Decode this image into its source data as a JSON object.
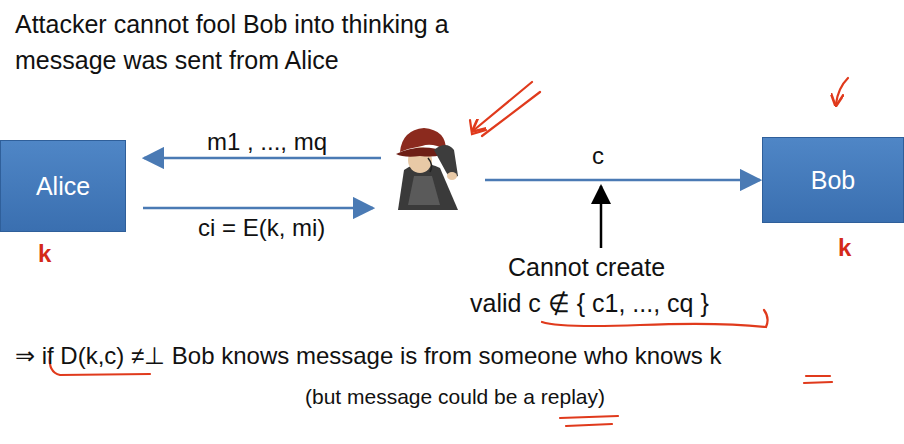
{
  "diagram": {
    "title": "Attacker cannot fool Bob into thinking a message was sent from Alice",
    "nodes": [
      {
        "text": [
          "Alice"
        ]
      },
      {
        "text": [
          "Bob"
        ]
      }
    ],
    "labels": [
      "m1 , ..., mq",
      "ci = E(k, mi)",
      "k",
      "c",
      "Cannot create",
      "valid c ∉ { c1, ..., cq }",
      "k",
      "⇒ if D(k,c) ≠⊥ Bob knows message is from someone who knows k",
      "(but message could be a replay)"
    ]
  }
}
